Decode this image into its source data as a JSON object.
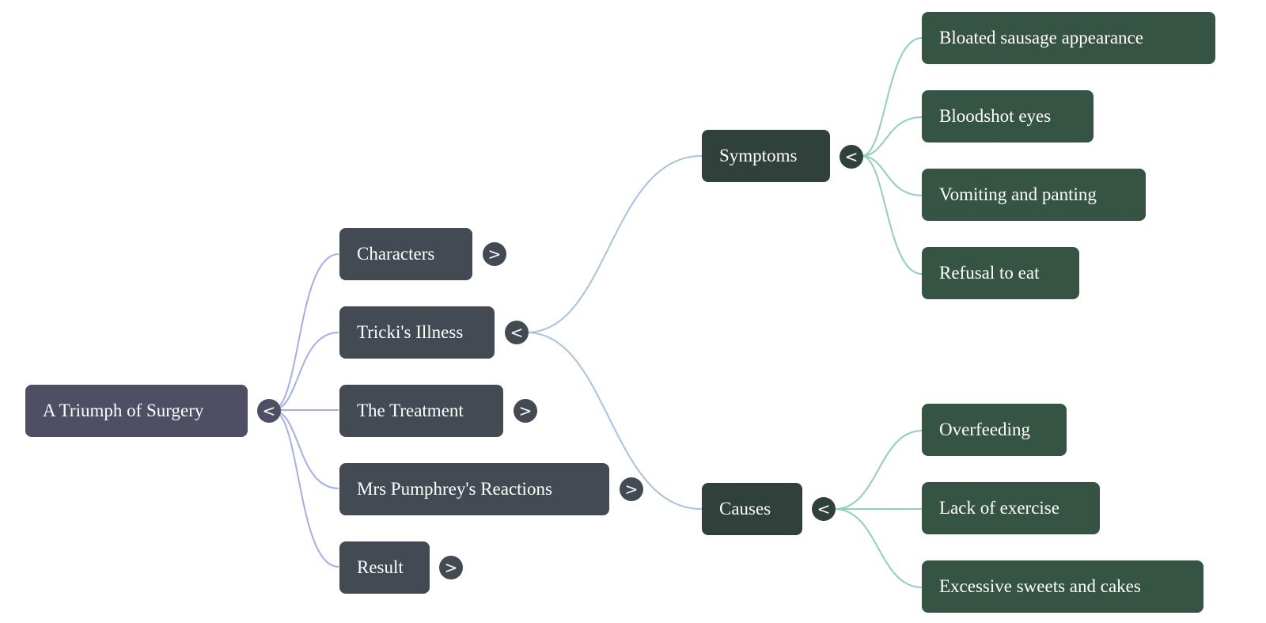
{
  "mindmap": {
    "root": {
      "label": "A Triumph of Surgery",
      "toggle": "<",
      "link_color": "#a3aef0",
      "children": [
        {
          "label": "Characters",
          "toggle": ">"
        },
        {
          "label": "Tricki's Illness",
          "toggle": "<",
          "link_color": "#a6c3df",
          "children": [
            {
              "label": "Symptoms",
              "toggle": "<",
              "link_color": "#91cfbd",
              "children": [
                {
                  "label": "Bloated sausage appearance"
                },
                {
                  "label": "Bloodshot eyes"
                },
                {
                  "label": "Vomiting and panting"
                },
                {
                  "label": "Refusal to eat"
                }
              ]
            },
            {
              "label": "Causes",
              "toggle": "<",
              "link_color": "#91cfbd",
              "children": [
                {
                  "label": "Overfeeding"
                },
                {
                  "label": "Lack of exercise"
                },
                {
                  "label": "Excessive sweets and cakes"
                }
              ]
            }
          ]
        },
        {
          "label": "The Treatment",
          "toggle": ">"
        },
        {
          "label": "Mrs Pumphrey's Reactions",
          "toggle": ">"
        },
        {
          "label": "Result",
          "toggle": ">"
        }
      ]
    },
    "colors": {
      "root_bg": "#4e4f65",
      "level1_bg": "#434a54",
      "level2_bg": "#30403b",
      "level3_bg": "#365443"
    }
  }
}
